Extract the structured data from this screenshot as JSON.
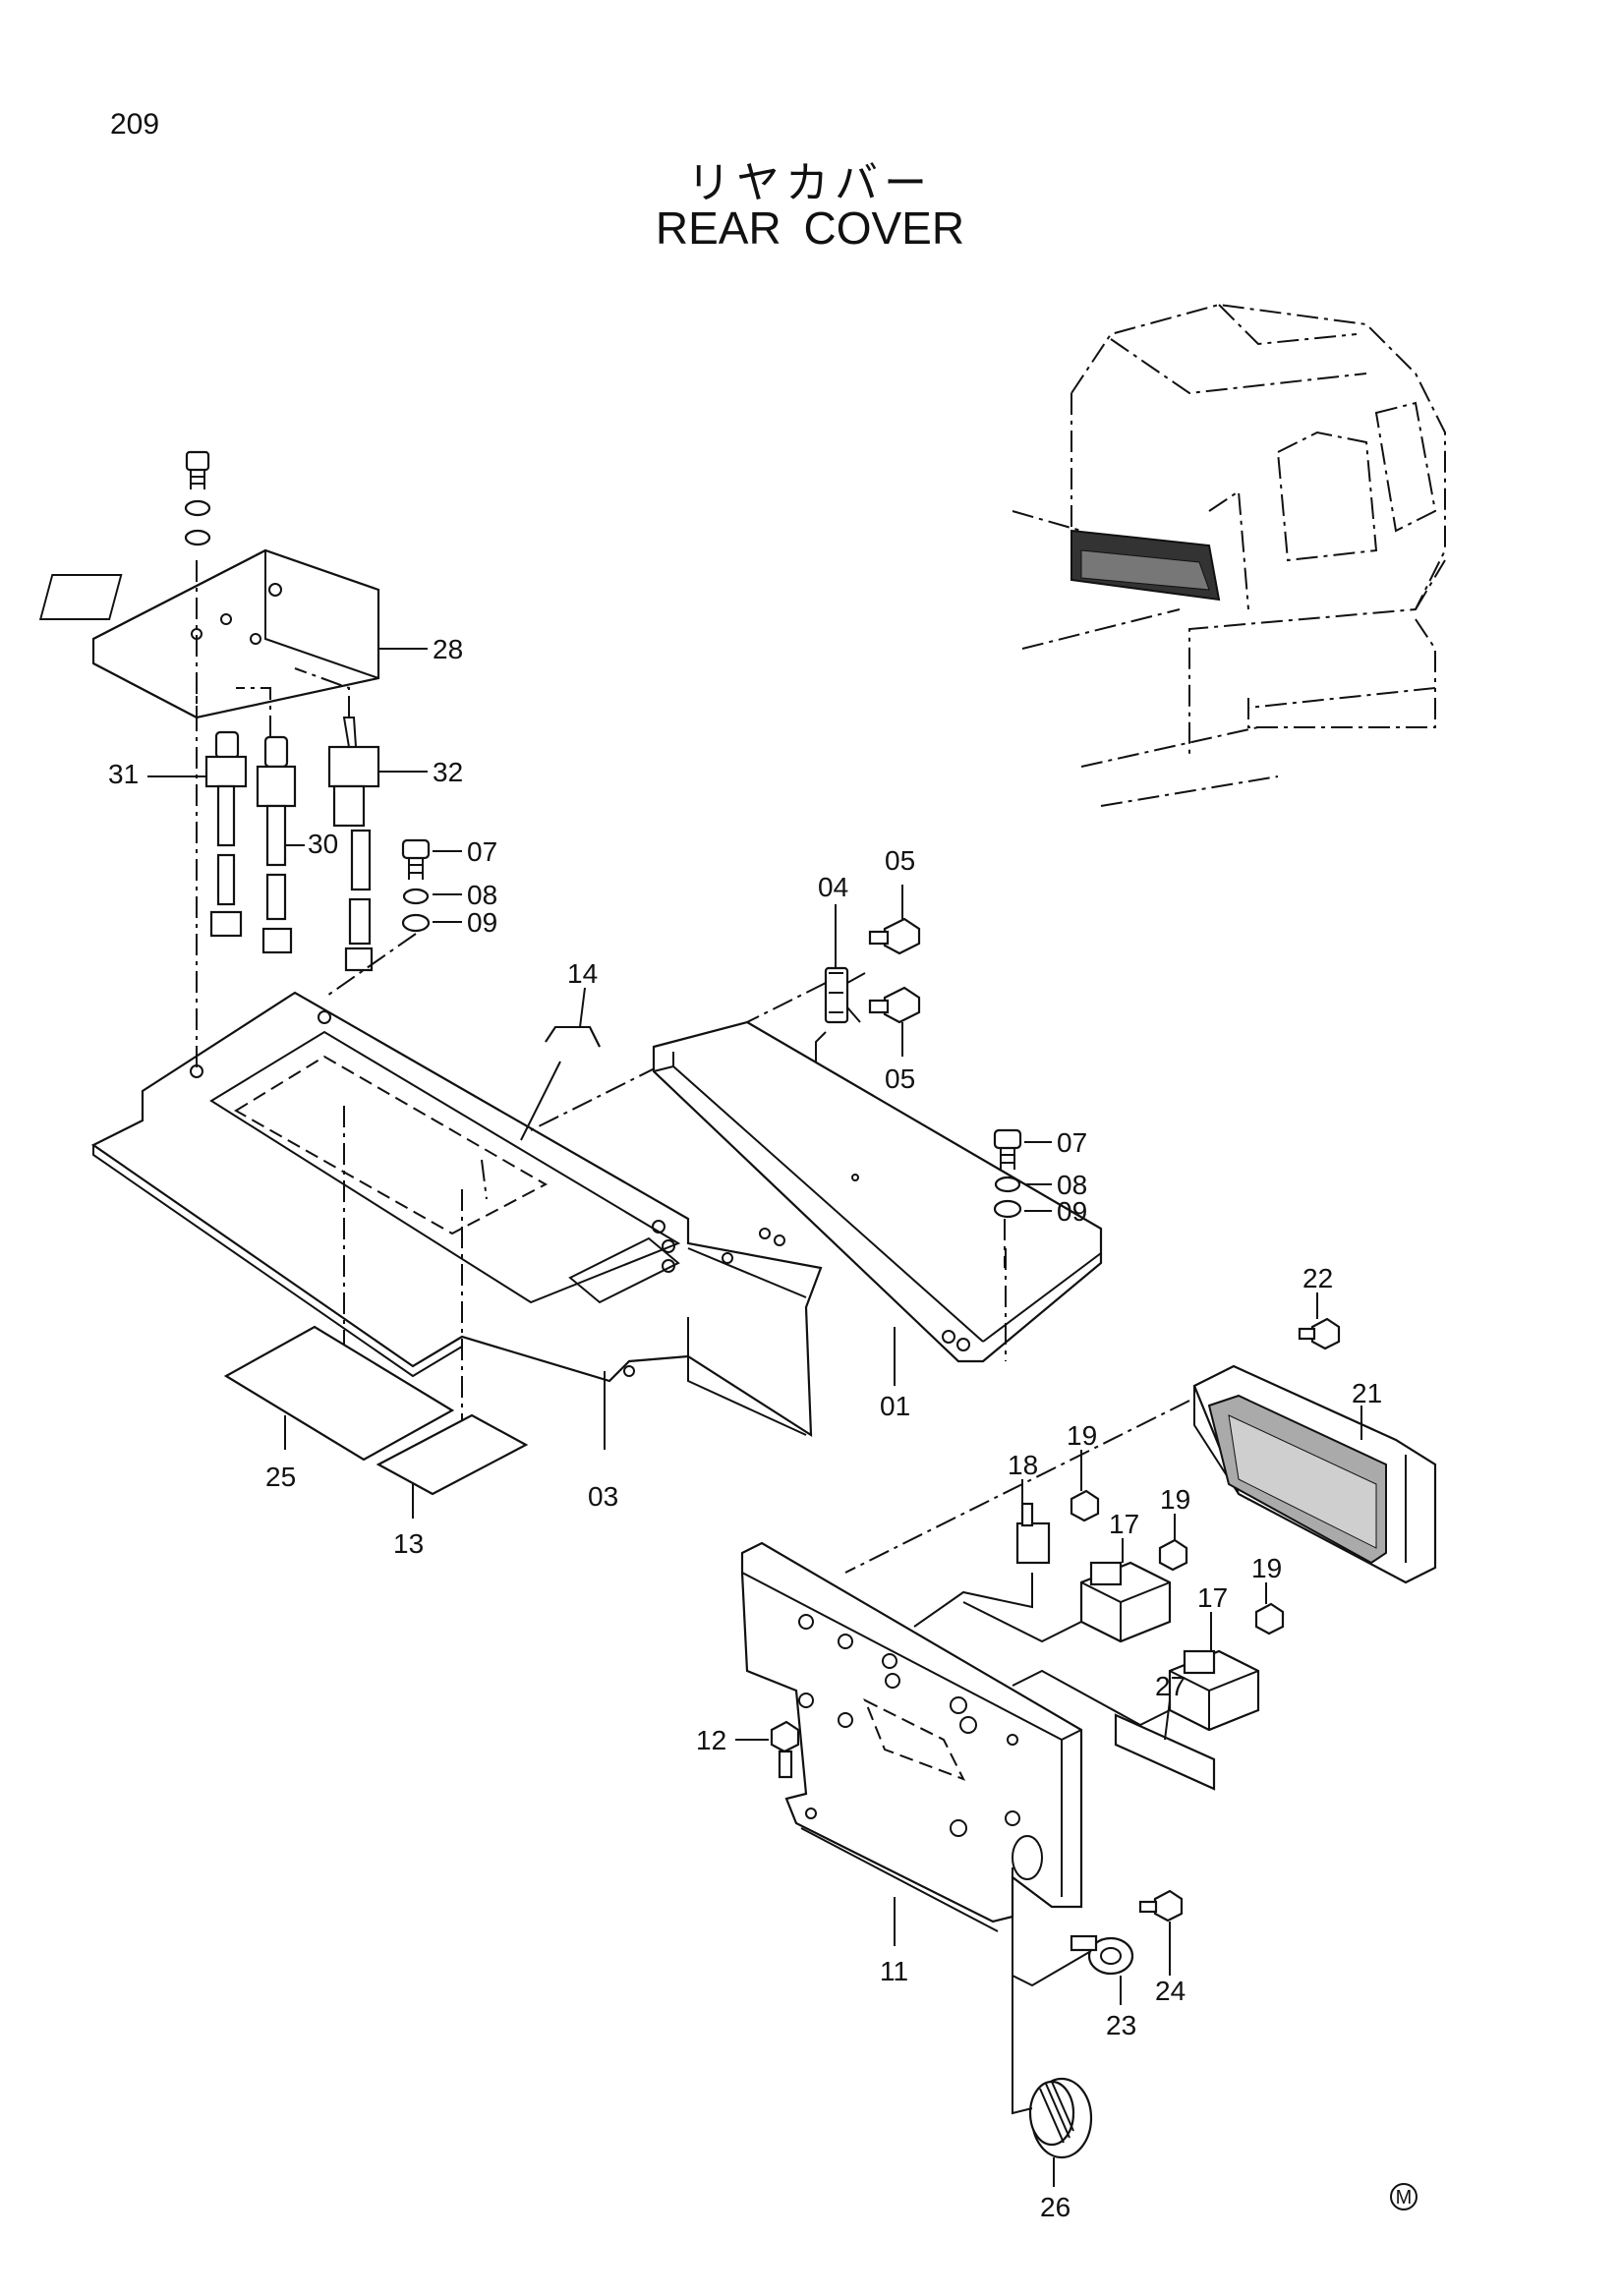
{
  "page_number": "209",
  "title_jp": "リヤカバー",
  "title_en": "REAR COVER",
  "callouts": {
    "p01": "01",
    "p03": "03",
    "p04": "04",
    "p05a": "05",
    "p05b": "05",
    "p07a": "07",
    "p08a": "08",
    "p09a": "09",
    "p07b": "07",
    "p08b": "08",
    "p09b": "09",
    "p11": "11",
    "p12": "12",
    "p13": "13",
    "p14": "14",
    "p17a": "17",
    "p17b": "17",
    "p18": "18",
    "p19a": "19",
    "p19b": "19",
    "p19c": "19",
    "p21": "21",
    "p22": "22",
    "p23": "23",
    "p24": "24",
    "p25": "25",
    "p26": "26",
    "p27": "27",
    "p28": "28",
    "p30": "30",
    "p31": "31",
    "p32": "32"
  },
  "manufacturer_mark": "M"
}
